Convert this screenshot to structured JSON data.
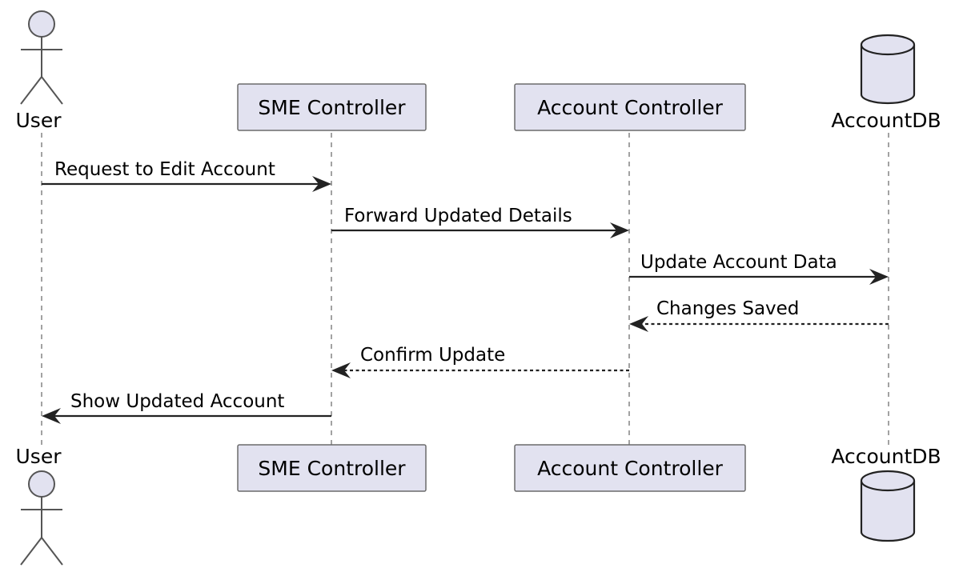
{
  "participants": [
    {
      "id": "user",
      "label": "User",
      "kind": "actor"
    },
    {
      "id": "sme",
      "label": "SME Controller",
      "kind": "participant"
    },
    {
      "id": "account",
      "label": "Account Controller",
      "kind": "participant"
    },
    {
      "id": "db",
      "label": "AccountDB",
      "kind": "database"
    }
  ],
  "messages": [
    {
      "from": "user",
      "to": "sme",
      "label": "Request to Edit Account",
      "style": "solid"
    },
    {
      "from": "sme",
      "to": "account",
      "label": "Forward Updated Details",
      "style": "solid"
    },
    {
      "from": "account",
      "to": "db",
      "label": "Update Account Data",
      "style": "solid"
    },
    {
      "from": "db",
      "to": "account",
      "label": "Changes Saved",
      "style": "dashed"
    },
    {
      "from": "account",
      "to": "sme",
      "label": "Confirm Update",
      "style": "dashed"
    },
    {
      "from": "sme",
      "to": "user",
      "label": "Show Updated Account",
      "style": "solid"
    }
  ],
  "colors": {
    "participant_fill": "#e2e2f0",
    "participant_border": "#6b6b6b",
    "line": "#222222",
    "lifeline": "#7a7a7a"
  }
}
